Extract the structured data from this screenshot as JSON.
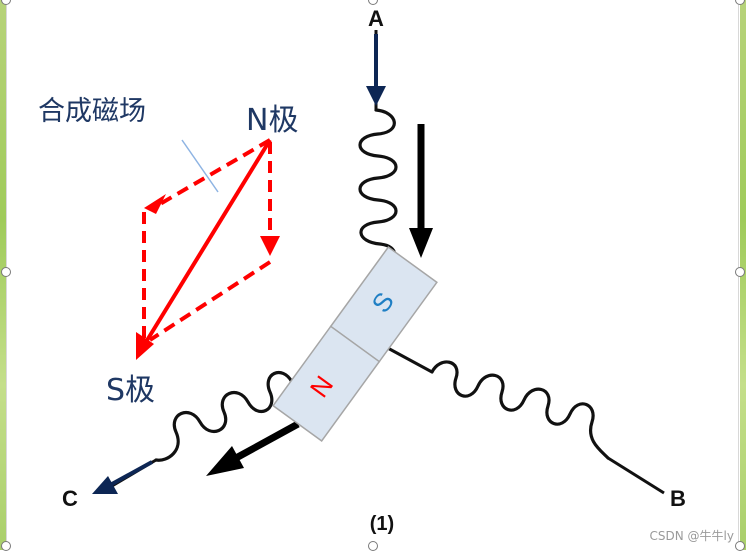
{
  "phases": {
    "a": "A",
    "b": "B",
    "c": "C"
  },
  "magnet": {
    "s_label": "S",
    "n_label": "N"
  },
  "poles": {
    "n_pole": "N极",
    "s_pole": "S极"
  },
  "field_label": "合成磁场",
  "figure_number": "(1)",
  "watermark": "CSDN @牛牛ly",
  "colors": {
    "current_arrow": "#0d2654",
    "field_vector": "#ff0000",
    "magnet_fill": "#dbe5f1",
    "magnet_stroke": "#a6a6a6",
    "s_text": "#1f7fc4",
    "n_text": "#ff0000"
  }
}
